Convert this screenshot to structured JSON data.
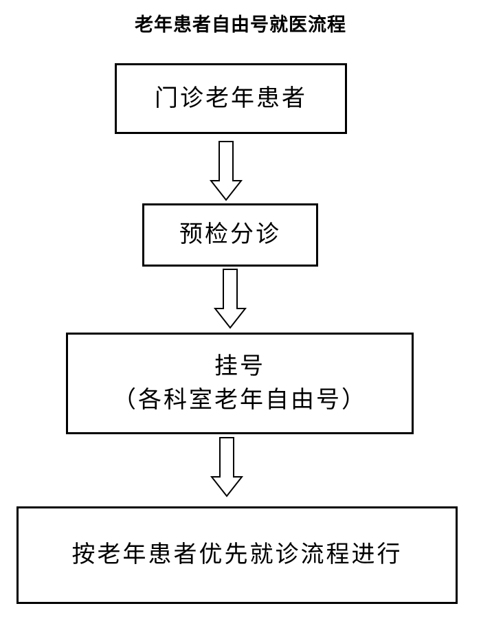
{
  "title": "老年患者自由号就医流程",
  "steps": [
    {
      "lines": [
        "门诊老年患者"
      ]
    },
    {
      "lines": [
        "预检分诊"
      ]
    },
    {
      "lines": [
        "挂号",
        "（各科室老年自由号）"
      ]
    },
    {
      "lines": [
        "按老年患者优先就诊流程进行"
      ]
    }
  ]
}
